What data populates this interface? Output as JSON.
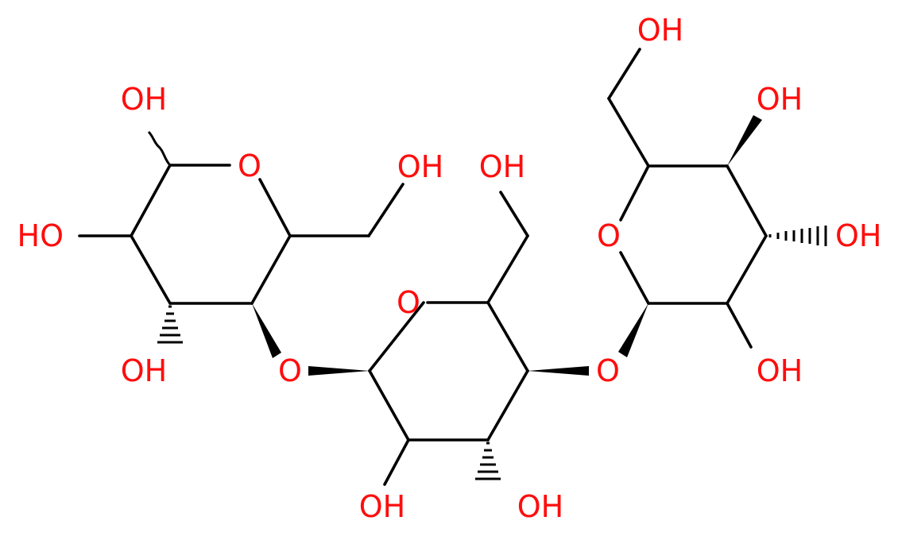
{
  "colors": {
    "bond": "#000000",
    "heteroatom": "#ff0d0d",
    "background": "#ffffff"
  },
  "atoms": {
    "ring_a_o": "O",
    "ring_b_o": "O",
    "ring_c_o": "O",
    "link_o_ab": "O",
    "link_o_bc": "O",
    "ring_a_anomeric_oh": "OH",
    "ring_a_c2_oh": "HO",
    "ring_a_c3_oh": "OH",
    "ring_a_ch2oh": "OH",
    "ring_b_ch2oh": "OH",
    "ring_b_c2_oh": "OH",
    "ring_b_c3_oh": "OH",
    "ring_c_ch2oh": "OH",
    "ring_c_c4_oh": "OH",
    "ring_c_c3_oh": "OH",
    "ring_c_c2_oh": "OH"
  }
}
